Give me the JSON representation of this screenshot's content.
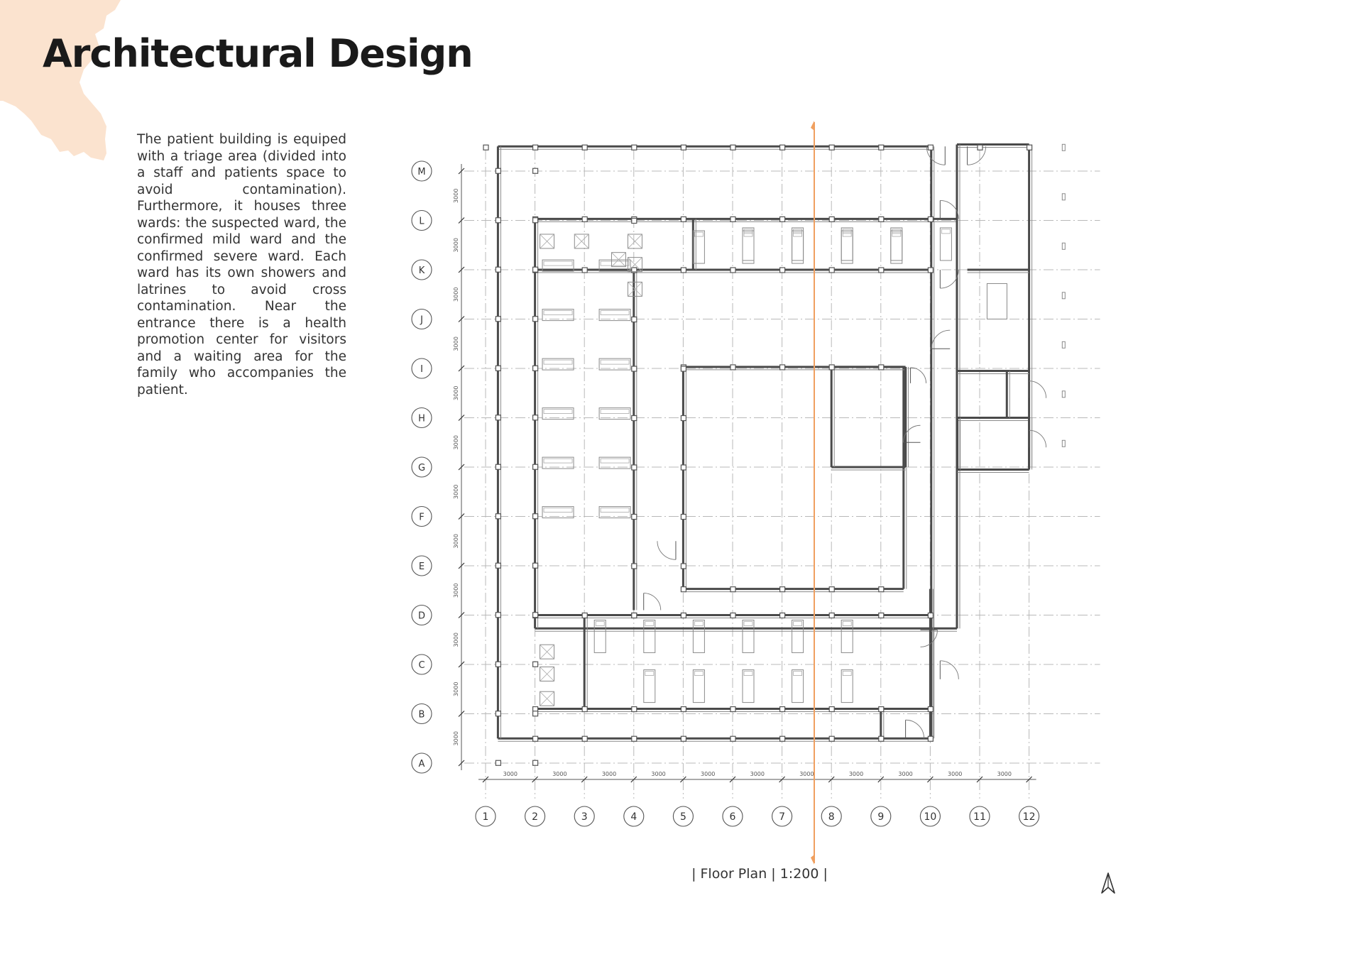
{
  "header": {
    "title": "Architectural Design"
  },
  "description": {
    "text": "The patient building is equiped with a triage area (divided into a staff and patients space to avoid contamination). Furthermore, it houses three wards: the suspected ward, the confirmed mild ward and the confirmed severe ward. Each ward has its own showers and latrines to avoid cross contamination. Near the entrance there is a health promotion center for visitors and a waiting area for the family who accompanies the patient."
  },
  "floor_plan": {
    "caption": "| Floor Plan | 1:200 |",
    "column_grid": [
      "1",
      "2",
      "3",
      "4",
      "5",
      "6",
      "7",
      "8",
      "9",
      "10",
      "11",
      "12"
    ],
    "row_grid": [
      "M",
      "L",
      "K",
      "J",
      "I",
      "H",
      "G",
      "F",
      "E",
      "D",
      "C",
      "B",
      "A"
    ],
    "bay_dimension": "3000",
    "section_line_color": "#f0a060",
    "accent_shape_color": "#fbe3cf"
  },
  "icons": {
    "north_arrow": "north-arrow-icon"
  }
}
